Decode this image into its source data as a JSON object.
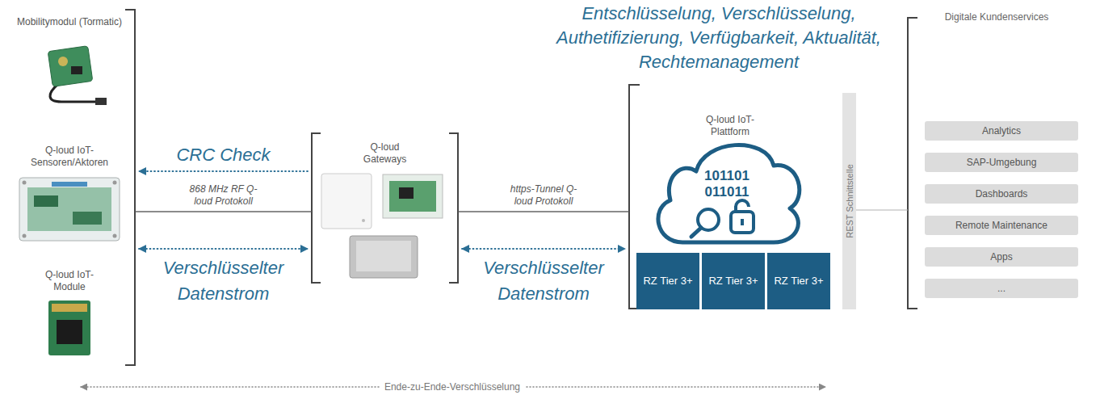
{
  "diagram": {
    "nodes": [
      {
        "text": []
      },
      {
        "text": [
          "Mobilitymodul (Tormatic)"
        ],
        "in": 0
      },
      {
        "text": [
          "Q-loud IoT-Sensoren/Aktoren"
        ],
        "in": 0
      },
      {
        "text": [
          "Q-loud IoT-Module"
        ],
        "in": 0
      },
      {
        "text": [
          "Q-loud Gateways"
        ]
      },
      {
        "text": [
          "Q-loud IoT-Plattform"
        ]
      },
      {
        "text": [
          "RZ Tier 3+"
        ],
        "in": 5
      },
      {
        "text": [
          "RZ Tier 3+"
        ],
        "in": 5
      },
      {
        "text": [
          "RZ Tier 3+"
        ],
        "in": 5
      },
      {
        "text": [
          "REST Schnittstelle"
        ]
      },
      {
        "text": [
          "Digitale Kundenservices"
        ]
      },
      {
        "text": [
          "Analytics"
        ],
        "in": 10
      },
      {
        "text": [
          "SAP-Umgebung"
        ],
        "in": 10
      },
      {
        "text": [
          "Dashboards"
        ],
        "in": 10
      },
      {
        "text": [
          "Remote Maintenance"
        ],
        "in": 10
      },
      {
        "text": [
          "Apps"
        ],
        "in": 10
      },
      {
        "text": [
          "..."
        ],
        "in": 10
      }
    ],
    "edges": [
      {
        "from": 0,
        "to": 4,
        "label": "868 MHz RF Q-loud Protokoll",
        "arrow": "none"
      },
      {
        "from": 4,
        "to": 0,
        "label": "CRC Check",
        "arrow": "to"
      },
      {
        "from": 0,
        "to": 4,
        "label": "Verschlüsselter Datenstrom",
        "arrow": "both"
      },
      {
        "from": 4,
        "to": 5,
        "label": "https-Tunnel Q-loud Protokoll",
        "arrow": "none"
      },
      {
        "from": 4,
        "to": 5,
        "label": "Verschlüsselter Datenstrom",
        "arrow": "both"
      },
      {
        "from": 9,
        "to": 10,
        "arrow": "none"
      }
    ],
    "labels": [
      "Entschlüsselung, Verschlüsselung, Authetifizierung, Verfügbarkeit, Aktualität, Rechtemanagement",
      "101101 011011",
      "Ende-zu-Ende-Verschlüsselung"
    ]
  }
}
